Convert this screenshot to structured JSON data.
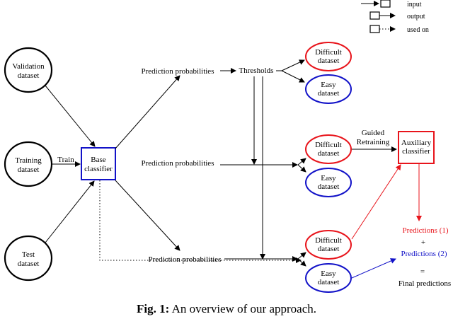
{
  "legend": {
    "input": "input",
    "output": "output",
    "used_on": "used on"
  },
  "nodes": {
    "validation": [
      "Validation",
      "dataset"
    ],
    "training": [
      "Training",
      "dataset"
    ],
    "test": [
      "Test",
      "dataset"
    ],
    "base": [
      "Base",
      "classifier"
    ],
    "auxiliary": [
      "Auxiliary",
      "classifier"
    ],
    "difficult": [
      "Difficult",
      "dataset"
    ],
    "easy": [
      "Easy",
      "dataset"
    ]
  },
  "labels": {
    "train": "Train",
    "prediction_probabilities": "Prediction probabilities",
    "thresholds": "Thresholds",
    "guided_retraining": [
      "Guided",
      "Retraining"
    ]
  },
  "results": {
    "predictions_1": "Predictions (1)",
    "plus": "+",
    "predictions_2": "Predictions (2)",
    "equals": "=",
    "final": "Final predictions"
  },
  "caption": {
    "fig": "Fig. 1:",
    "text": " An overview of our approach."
  },
  "colors": {
    "red": "#e8141b",
    "blue": "#1212c8",
    "black": "#000000"
  }
}
